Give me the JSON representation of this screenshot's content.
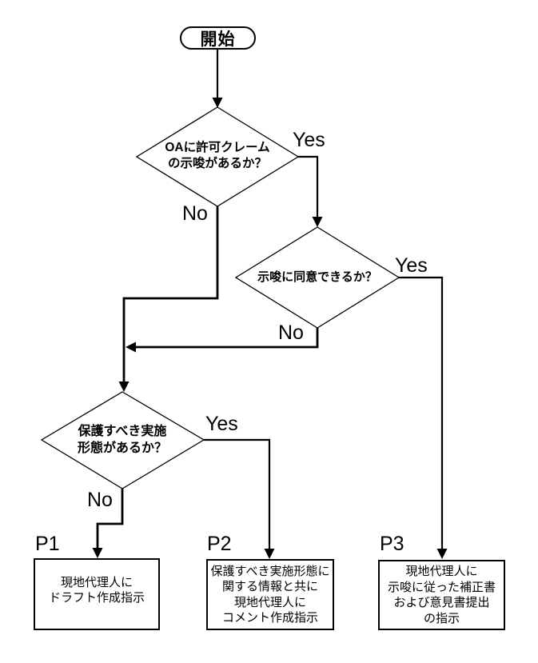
{
  "flowchart": {
    "start_label": "開始",
    "yes_label": "Yes",
    "no_label": "No",
    "decisions": {
      "d1": {
        "line1": "OAに許可クレーム",
        "line2": "の示唆があるか？"
      },
      "d2": {
        "line1": "示唆に同意できるか？"
      },
      "d3": {
        "line1": "保護すべき実施",
        "line2": "形態があるか？"
      }
    },
    "processes": {
      "p1": {
        "tag": "P1",
        "line1": "現地代理人に",
        "line2": "ドラフト作成指示"
      },
      "p2": {
        "tag": "P2",
        "line1": "保護すべき実施形態に",
        "line2": "関する情報と共に",
        "line3": "現地代理人に",
        "line4": "コメント作成指示"
      },
      "p3": {
        "tag": "P3",
        "line1": "現地代理人に",
        "line2": "示唆に従った補正書",
        "line3": "および意見書提出",
        "line4": "の指示"
      }
    },
    "colors": {
      "stroke": "#000000",
      "background": "#ffffff"
    }
  }
}
